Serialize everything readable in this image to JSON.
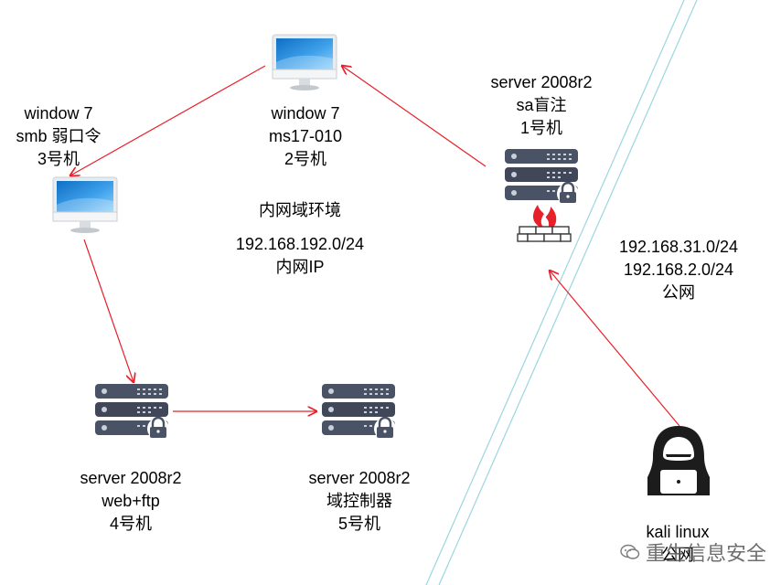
{
  "nodes": {
    "win7_smb": {
      "lines": [
        "window 7",
        "smb 弱口令",
        "3号机"
      ]
    },
    "win7_ms17": {
      "lines": [
        "window 7",
        "ms17-010",
        "2号机"
      ]
    },
    "srv_sa": {
      "lines": [
        "server 2008r2",
        "sa盲注",
        "1号机"
      ]
    },
    "srv_web": {
      "lines": [
        "server 2008r2",
        "web+ftp",
        "4号机"
      ]
    },
    "srv_dc": {
      "lines": [
        "server 2008r2",
        "域控制器",
        "5号机"
      ]
    },
    "kali": {
      "lines": [
        "kali linux",
        "公网"
      ]
    }
  },
  "zones": {
    "intranet": {
      "title": "内网域环境",
      "subnet": "192.168.192.0/24",
      "desc": "内网IP"
    },
    "public": {
      "subnets": [
        "192.168.31.0/24",
        "192.168.2.0/24"
      ],
      "desc": "公网"
    }
  },
  "watermark": {
    "text": "重生信息安全"
  },
  "colors": {
    "arrow": "#e8202a",
    "boundary": "#9ad6e0",
    "server": "#4a5366",
    "monitor": "#1e86d6"
  }
}
